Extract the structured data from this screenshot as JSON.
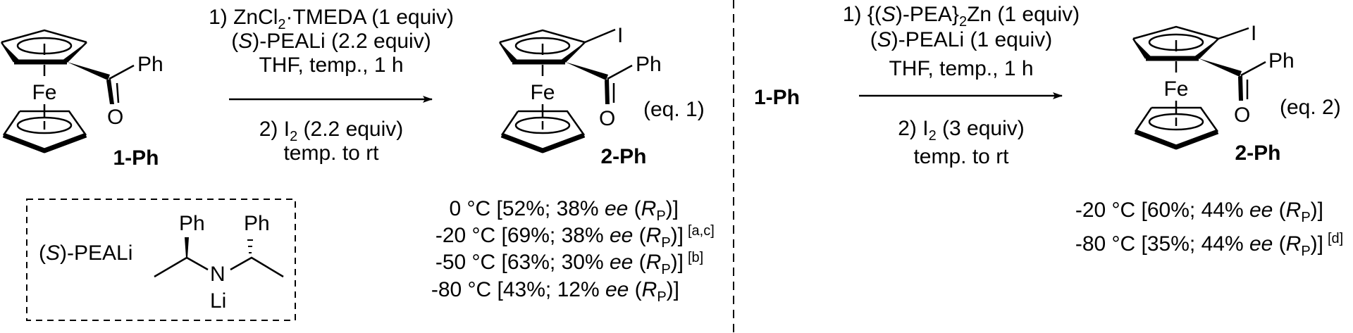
{
  "eq1": {
    "reactant": "1-Ph",
    "product": "2-Ph",
    "eq_label": "(eq. 1)",
    "cond1": {
      "a": "1) ZnCl",
      "sub": "2",
      "b": "·TMEDA (1 equiv)"
    },
    "cond2": {
      "a": "(",
      "S": "S",
      "b": ")-PEALi (2.2 equiv)"
    },
    "cond3": "THF, temp., 1 h",
    "cond4": {
      "a": "2) I",
      "sub": "2",
      "b": " (2.2 equiv)"
    },
    "cond5": "temp. to rt",
    "results": [
      {
        "pre": "0 °C [52%; 38% ",
        "ee": "ee",
        "mid": " (",
        "R": "R",
        "sub": "P",
        "post": ")]",
        "note": ""
      },
      {
        "pre": "-20 °C [69%; 38% ",
        "ee": "ee",
        "mid": " (",
        "R": "R",
        "sub": "P",
        "post": ")]",
        "note": "[a,c]"
      },
      {
        "pre": "-50 °C [63%; 30% ",
        "ee": "ee",
        "mid": " (",
        "R": "R",
        "sub": "P",
        "post": ")]",
        "note": "[b]"
      },
      {
        "pre": "-80 °C [43%; 12% ",
        "ee": "ee",
        "mid": " (",
        "R": "R",
        "sub": "P",
        "post": ")]",
        "note": ""
      }
    ]
  },
  "reagent_box": {
    "label": {
      "a": "(",
      "S": "S",
      "b": ")-PEALi"
    },
    "atoms": {
      "ph1": "Ph",
      "ph2": "Ph",
      "n": "N",
      "li": "Li"
    }
  },
  "molecule_atoms": {
    "fe": "Fe",
    "ph": "Ph",
    "o": "O",
    "i": "I"
  },
  "eq2": {
    "reactant": "1-Ph",
    "product": "2-Ph",
    "eq_label": "(eq. 2)",
    "cond1": {
      "a": "1) {(",
      "S": "S",
      "b": ")-PEA}",
      "sub": "2",
      "c": "Zn (1 equiv)"
    },
    "cond2": {
      "a": "(",
      "S": "S",
      "b": ")-PEALi (1 equiv)"
    },
    "cond3": "THF, temp., 1 h",
    "cond4": {
      "a": "2) I",
      "sub": "2",
      "b": " (3 equiv)"
    },
    "cond5": "temp. to rt",
    "results": [
      {
        "pre": "-20 °C [60%; 44% ",
        "ee": "ee",
        "mid": " (",
        "R": "R",
        "sub": "P",
        "post": ")]",
        "note": ""
      },
      {
        "pre": "-80 °C [35%; 44% ",
        "ee": "ee",
        "mid": " (",
        "R": "R",
        "sub": "P",
        "post": ")]",
        "note": "[d]"
      }
    ]
  }
}
